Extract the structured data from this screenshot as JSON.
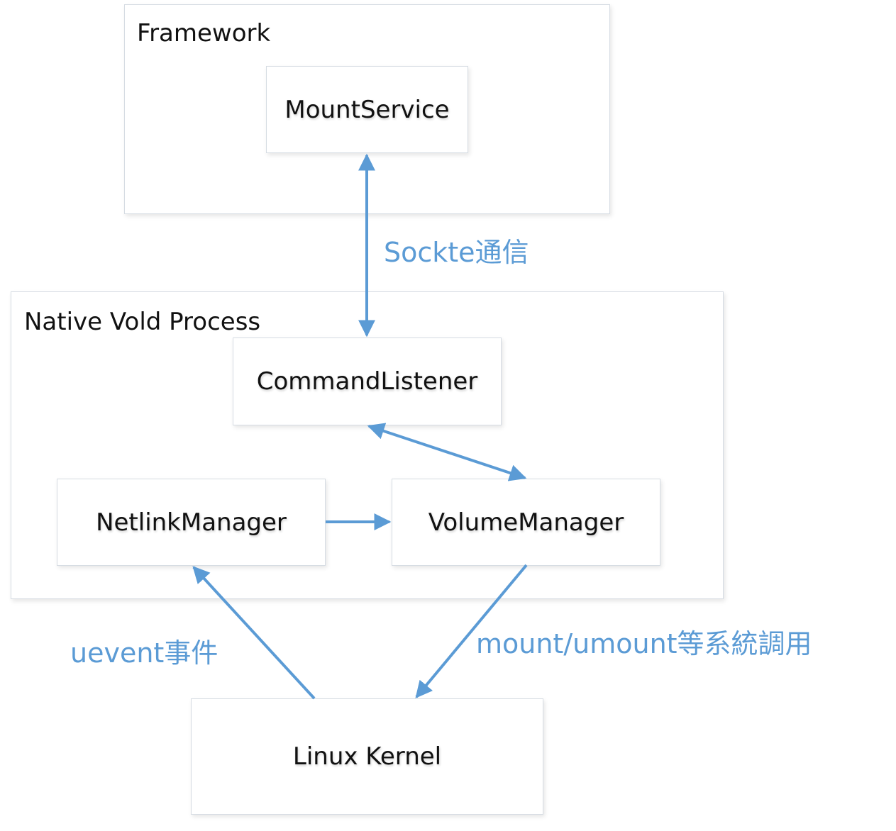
{
  "containers": {
    "framework": "Framework",
    "vold": "Native Vold Process"
  },
  "nodes": {
    "mount_service": "MountService",
    "command_listener": "CommandListener",
    "netlink_manager": "NetlinkManager",
    "volume_manager": "VolumeManager",
    "linux_kernel": "Linux Kernel"
  },
  "edges": {
    "socket": "Sockte通信",
    "uevent": "uevent事件",
    "syscall": "mount/umount等系統調用"
  },
  "colors": {
    "arrow": "#5b9bd5",
    "border": "#d6dce3"
  }
}
